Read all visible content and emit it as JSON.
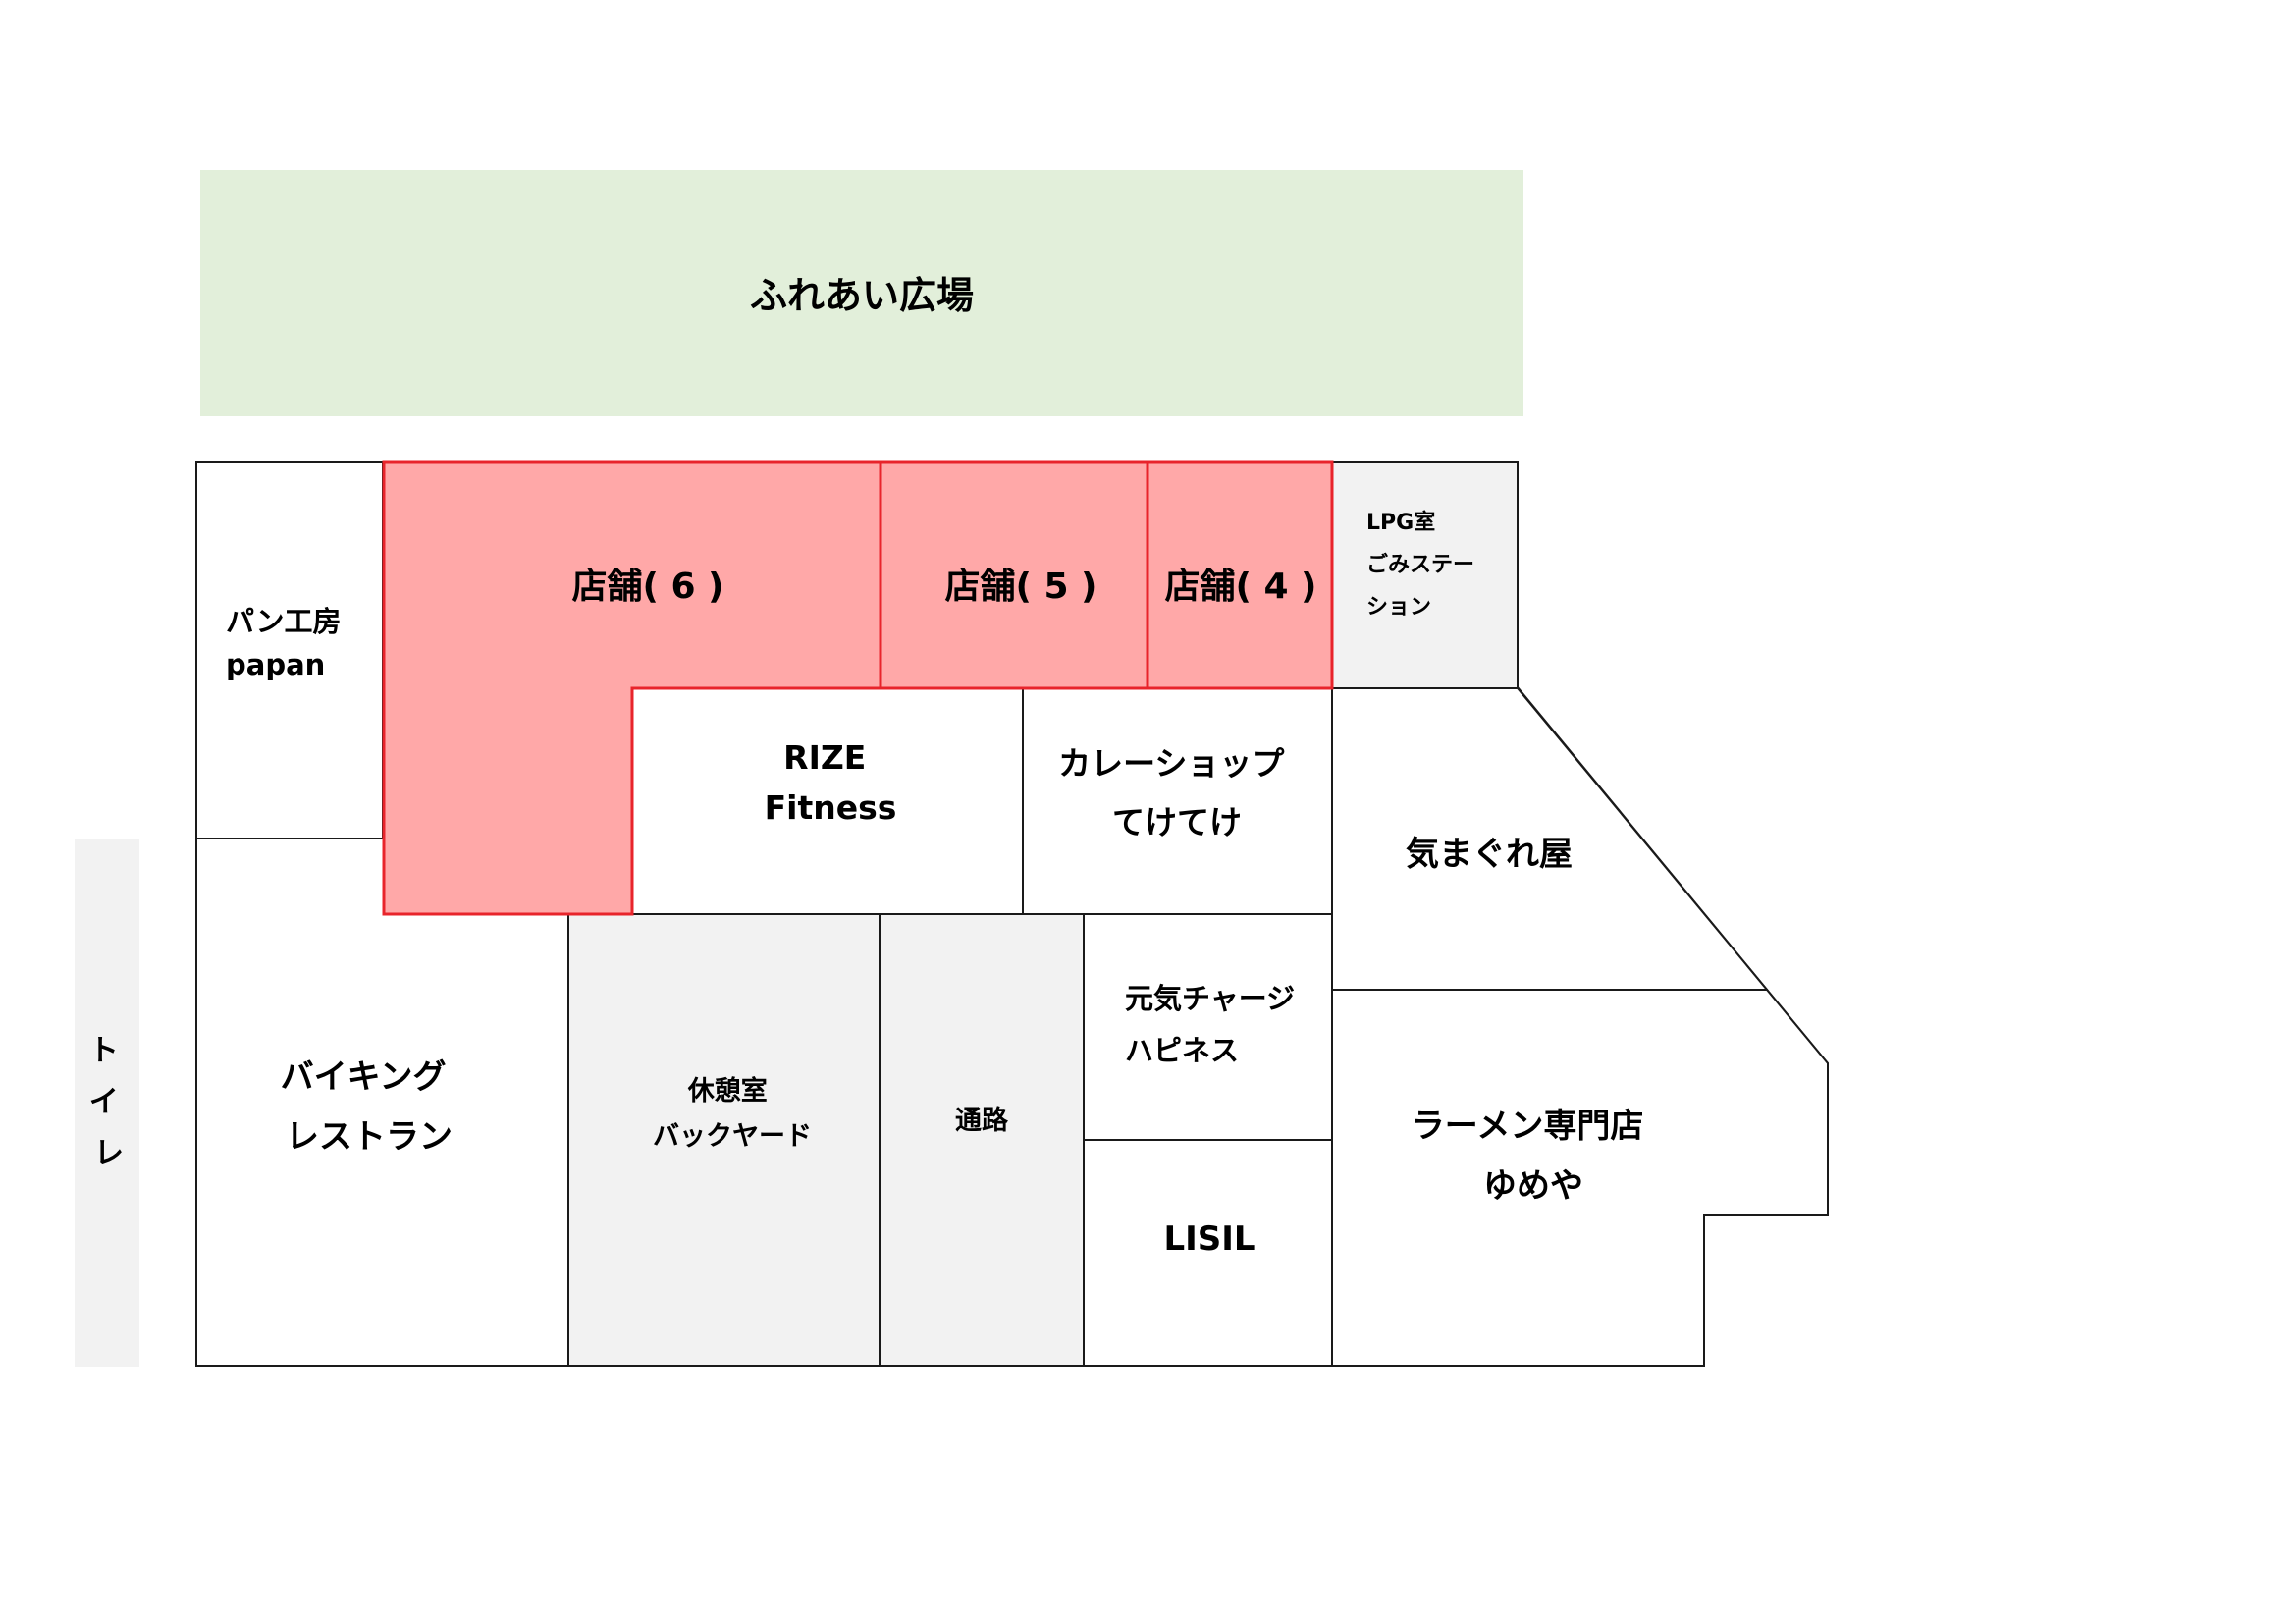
{
  "colors": {
    "plaza_fill": "#e2efda",
    "vacant_fill": "#ffa8a8",
    "vacant_stroke": "#e8242b",
    "service_fill": "#f2f2f2",
    "store_fill": "#ffffff",
    "line": "#1a1a1a"
  },
  "areas": {
    "plaza": [
      "ふれあい広場"
    ],
    "bakery": [
      "パン工房",
      "papan"
    ],
    "store6": [
      "店舗( 6 )"
    ],
    "store5": [
      "店舗( 5 )"
    ],
    "store4": [
      "店舗( 4 )"
    ],
    "lpg": [
      "LPG室",
      "ごみステー",
      "ション"
    ],
    "rize": [
      "RIZE",
      "Fitness"
    ],
    "curry": [
      "カレーショップ",
      "てけてけ"
    ],
    "kimagure": [
      "気まぐれ屋"
    ],
    "viking": [
      "バイキング",
      "レストラン"
    ],
    "rest": [
      "休憩室",
      "バックヤード"
    ],
    "passage": [
      "通路"
    ],
    "genki": [
      "元気チャージ",
      "ハピネス"
    ],
    "lisil": [
      "LISIL"
    ],
    "ramen": [
      "ラーメン専門店",
      "ゆめや"
    ],
    "toilet": [
      "ト",
      "イ",
      "レ"
    ]
  }
}
